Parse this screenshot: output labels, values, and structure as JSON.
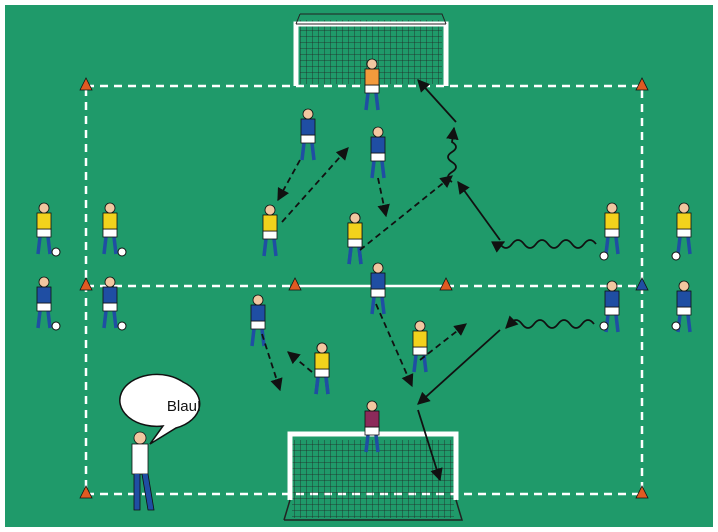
{
  "diagram": {
    "colors": {
      "pitch": "#1f9a6a",
      "pitch_border": "#ffffff",
      "lines": "#ffffff",
      "team_blue": "#1f4ea3",
      "team_yellow": "#f2d21c",
      "goalkeeper_top": "#f39a3c",
      "goalkeeper_bottom": "#8c2a5a",
      "cone": "#e05a22",
      "arrow": "#111111"
    },
    "coach": {
      "speech": "Blau!"
    },
    "icons": [
      "goal-top",
      "goal-bottom",
      "cone",
      "player",
      "ball",
      "coach",
      "speech-bubble",
      "arrow"
    ]
  }
}
